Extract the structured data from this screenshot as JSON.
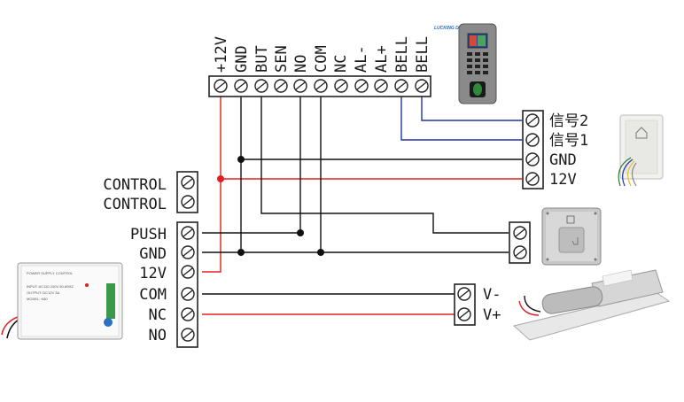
{
  "top_terminal": {
    "labels": [
      "+12V",
      "GND",
      "BUT",
      "SEN",
      "NO",
      "COM",
      "NC",
      "AL-",
      "AL+",
      "BELL",
      "BELL"
    ]
  },
  "doorbell_terminal": {
    "labels": [
      "信号2",
      "信号1",
      "GND",
      "12V"
    ]
  },
  "control_terminal": {
    "labels": [
      "CONTROL",
      "CONTROL"
    ]
  },
  "psu_terminal": {
    "labels": [
      "PUSH",
      "GND",
      "12V",
      "COM",
      "NC",
      "NO"
    ]
  },
  "lock_terminal": {
    "labels": [
      "V-",
      "V+"
    ]
  },
  "reader": {
    "brand": "LUCKING DOOR"
  },
  "psu_device": {
    "title": "POWER SUPPLY CONTROL",
    "line1": "INPUT: AC110-240V 50-60HZ",
    "line2": "OUTPUT: DC12V 3A",
    "line3": "MODEL: K80"
  },
  "colors": {
    "wire_black": "#111111",
    "wire_red": "#e02020",
    "wire_blue": "#2230a8"
  }
}
